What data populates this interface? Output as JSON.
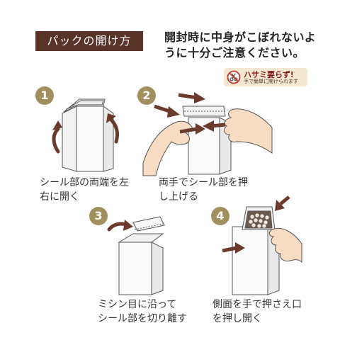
{
  "title": "パックの開け方",
  "notice": "開封時に中身がこぼれないように十分ご注意ください。",
  "badge": {
    "main": "ハサミ要らず!",
    "sub": "手で簡単に開けられます"
  },
  "steps": [
    {
      "num": "1",
      "text": "シール部の両端を左\n右に開く"
    },
    {
      "num": "2",
      "text": "両手でシール部を押\nし上げる"
    },
    {
      "num": "3",
      "text": "ミシン目に沿って\nシール部を切り離す"
    },
    {
      "num": "4",
      "text": "側面を手で押さえ口\nを押し開く"
    }
  ],
  "colors": {
    "title_bg": "#5a3328",
    "step_num": "#a1905d",
    "arrow": "#6b3a2c",
    "skin": "#f6dcc2"
  }
}
